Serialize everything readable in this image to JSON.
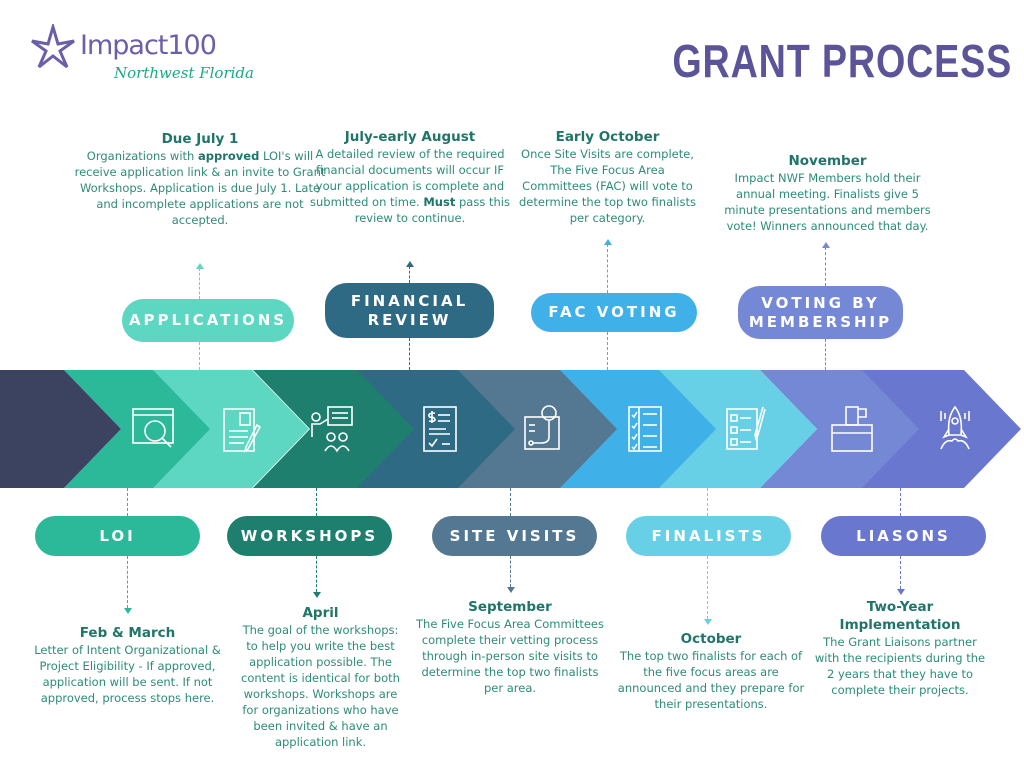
{
  "logo": {
    "name": "Impact100",
    "region": "Northwest Florida"
  },
  "title": "GRANT PROCESS",
  "colors": {
    "title": "#5b5499",
    "heading": "#1f7568",
    "body": "#2e8b78"
  },
  "chevrons": [
    {
      "color": "#3c4360",
      "icon": "none"
    },
    {
      "color": "#2bb99a",
      "icon": "browser-search-icon"
    },
    {
      "color": "#5dd6c2",
      "icon": "application-document-icon"
    },
    {
      "color": "#1f7f6e",
      "icon": "presentation-workshop-icon"
    },
    {
      "color": "#2f6a85",
      "icon": "financial-document-icon"
    },
    {
      "color": "#557892",
      "icon": "map-location-icon"
    },
    {
      "color": "#3fb1e8",
      "icon": "checklist-icon"
    },
    {
      "color": "#67d0e7",
      "icon": "clipboard-form-icon"
    },
    {
      "color": "#7588d6",
      "icon": "ballot-box-icon"
    },
    {
      "color": "#6977cf",
      "icon": "rocket-icon"
    }
  ],
  "top_stages": [
    {
      "label": "APPLICATIONS",
      "color": "#5dd6c2",
      "heading": "Due July 1",
      "text_pre": "Organizations with ",
      "text_bold": "approved",
      "text_post": " LOI's will receive application link & an invite to Grant Workshops. Application is due July 1. Late and incomplete applications are not accepted."
    },
    {
      "label": "FINANCIAL REVIEW",
      "color": "#2f6a85",
      "heading": "July-early August",
      "text_pre": "A detailed review of the required financial documents will occur IF your application is complete and submitted on time. ",
      "text_bold": "Must",
      "text_post": " pass this review to continue."
    },
    {
      "label": "FAC VOTING",
      "color": "#3fb1e8",
      "heading": "Early October",
      "text": "Once Site Visits are complete, The Five Focus Area Committees (FAC) will vote to determine the top two finalists per category."
    },
    {
      "label": "VOTING BY MEMBERSHIP",
      "color": "#7588d6",
      "heading": "November",
      "text": "Impact NWF Members hold their annual meeting. Finalists give 5 minute presentations and members vote! Winners announced that day."
    }
  ],
  "bottom_stages": [
    {
      "label": "LOI",
      "color": "#2bb99a",
      "heading": "Feb & March",
      "text": "Letter of Intent Organizational & Project Eligibility - If approved, application will be sent. If not approved, process stops here."
    },
    {
      "label": "WORKSHOPS",
      "color": "#1f7f6e",
      "heading": "April",
      "text": "The goal of the workshops: to help you write the best application possible. The content is identical for both workshops. Workshops are for organizations who have been invited & have an application link."
    },
    {
      "label": "SITE VISITS",
      "color": "#557892",
      "heading": "September",
      "text": "The Five Focus Area Committees complete their vetting process through in-person site visits to determine the top two finalists per area."
    },
    {
      "label": "FINALISTS",
      "color": "#67d0e7",
      "heading": "October",
      "text": "The top two finalists for each of the five focus areas are announced and they prepare for their presentations."
    },
    {
      "label": "LIASONS",
      "color": "#6977cf",
      "heading": "Two-Year Implementation",
      "text": "The Grant Liaisons partner with the recipients during the 2 years that they have to complete their projects."
    }
  ]
}
